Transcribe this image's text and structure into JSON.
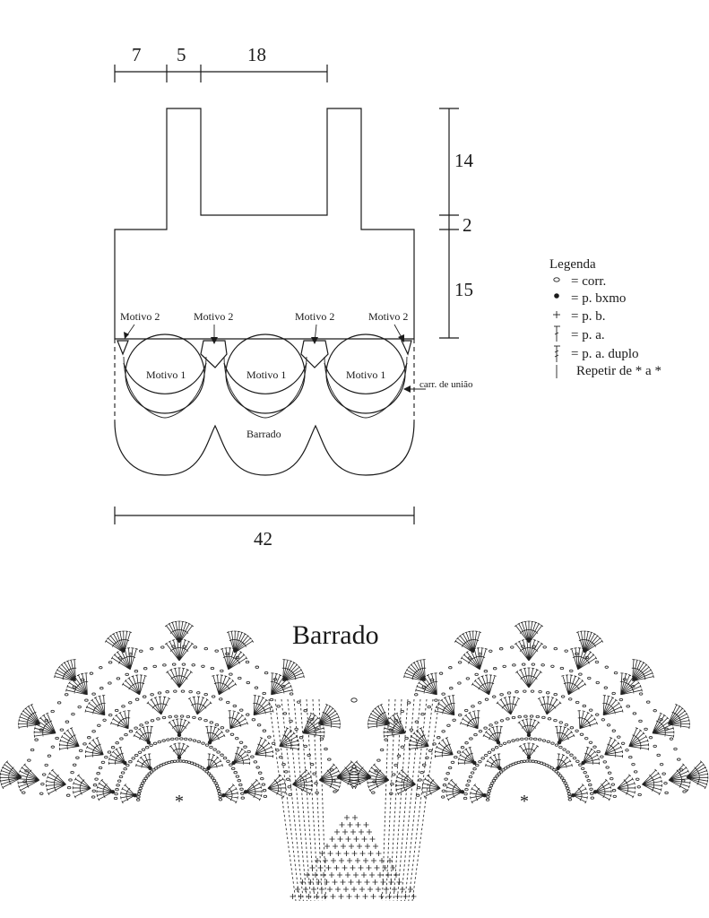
{
  "schema": {
    "dimensions": {
      "d1": "7",
      "d2": "5",
      "d3": "18",
      "h1": "14",
      "h2": "2",
      "h3": "15",
      "width": "42"
    },
    "labels": {
      "motivo2": [
        "Motivo 2",
        "Motivo 2",
        "Motivo 2",
        "Motivo 2"
      ],
      "motivo1": [
        "Motivo 1",
        "Motivo 1",
        "Motivo 1"
      ],
      "union": "carr. de união",
      "barrado": "Barrado"
    }
  },
  "legend": {
    "title": "Legenda",
    "items": [
      {
        "symbol": "chain-icon",
        "text": "= corr."
      },
      {
        "symbol": "slip-stitch-icon",
        "text": "= p. bxmo"
      },
      {
        "symbol": "single-crochet-icon",
        "text": "= p. b."
      },
      {
        "symbol": "double-crochet-icon",
        "text": "= p. a."
      },
      {
        "symbol": "treble-crochet-icon",
        "text": "= p. a. duplo"
      }
    ],
    "repeat_text": "Repetir de * a *"
  },
  "chart": {
    "title": "Barrado",
    "repeat_marks": [
      "*",
      "*"
    ],
    "start_mark": "∘"
  }
}
